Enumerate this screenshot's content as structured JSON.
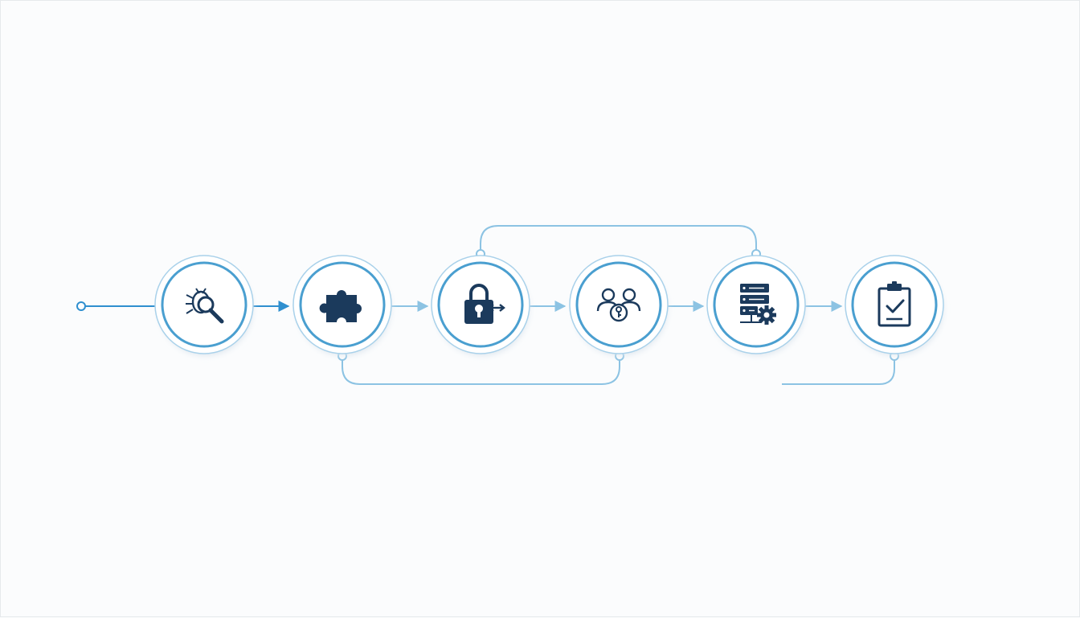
{
  "colors": {
    "ring": "#4a9fd0",
    "ring_outer": "#a9d1ea",
    "connector": "#8cc3e3",
    "connector_strong": "#2f8fcf",
    "icon": "#1b3a5c",
    "node_fill": "#ffffff"
  },
  "steps": [
    {
      "id": "step-1",
      "icon": "bug-search-icon"
    },
    {
      "id": "step-2",
      "icon": "puzzle-piece-icon"
    },
    {
      "id": "step-3",
      "icon": "padlock-arrow-icon"
    },
    {
      "id": "step-4",
      "icon": "users-key-icon"
    },
    {
      "id": "step-5",
      "icon": "server-gear-icon"
    },
    {
      "id": "step-6",
      "icon": "clipboard-check-icon"
    }
  ],
  "links": [
    {
      "from": "start",
      "to": "step-1",
      "kind": "flow"
    },
    {
      "from": "step-1",
      "to": "step-2",
      "kind": "flow"
    },
    {
      "from": "step-2",
      "to": "step-3",
      "kind": "flow"
    },
    {
      "from": "step-3",
      "to": "step-4",
      "kind": "flow"
    },
    {
      "from": "step-4",
      "to": "step-5",
      "kind": "flow"
    },
    {
      "from": "step-5",
      "to": "step-6",
      "kind": "flow"
    },
    {
      "from": "step-3",
      "to": "step-5",
      "kind": "loop-top"
    },
    {
      "from": "step-2",
      "to": "step-4",
      "kind": "loop-bottom"
    },
    {
      "from": "step-6",
      "to": "end",
      "kind": "exit"
    }
  ]
}
